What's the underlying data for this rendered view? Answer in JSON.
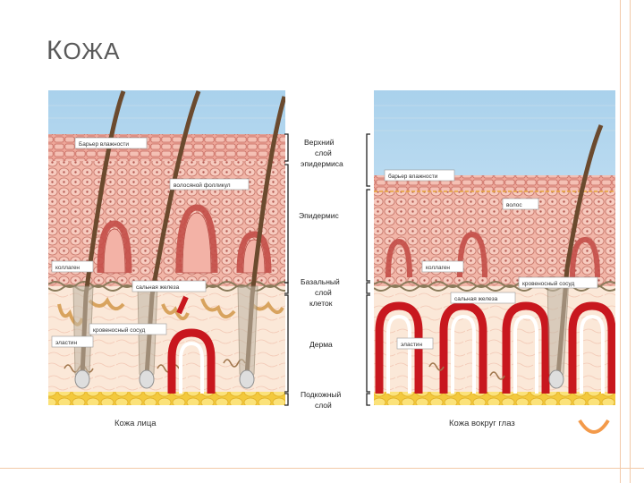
{
  "slide": {
    "title_first": "К",
    "title_rest": "ОЖА"
  },
  "panels": {
    "face": {
      "caption": "Кожа лица",
      "labels": {
        "moisture_barrier": "Барьер влажности",
        "hair_follicle": "волосяной фолликул",
        "collagen": "коллаген",
        "sebaceous_gland": "сальная железа",
        "blood_vessel": "кровеносный сосуд",
        "elastin": "эластин"
      }
    },
    "eye": {
      "caption": "Кожа вокруг глаз",
      "labels": {
        "moisture_barrier": "барьер влажности",
        "hair": "волос",
        "collagen": "коллаген",
        "blood_vessel": "кровеносный сосуд",
        "sebaceous_gland": "сальная железа",
        "elastin": "эластин"
      }
    }
  },
  "layers": {
    "upper_1": "Верхний",
    "upper_2": "слой",
    "upper_3": "эпидермиса",
    "epidermis": "Эпидермис",
    "basal_1": "Базальный",
    "basal_2": "слой",
    "basal_3": "клеток",
    "dermis": "Дерма",
    "subq_1": "Подкожный",
    "subq_2": "слой"
  },
  "colors": {
    "sky": "#cfe6f5",
    "epidermis": "#f2b6a8",
    "cell_line": "#c97a6e",
    "dermis": "#fbe8d8",
    "fat": "#f6d24a",
    "vessel": "#c8171e",
    "hair": "#6b4a2e"
  }
}
